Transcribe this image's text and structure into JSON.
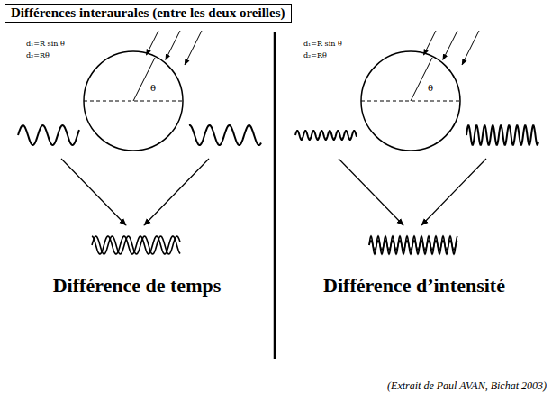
{
  "diagram": {
    "title": "Différences interaurales (entre les deux oreilles)",
    "caption": "(Extrait de Paul AVAN, Bichat 2003)",
    "labels": [
      "d₁=R sin θ",
      "d₂=Rθ",
      "θ",
      "Différence de temps",
      "d₁=R sin θ",
      "d₂=Rθ",
      "θ",
      "Différence d’intensité"
    ]
  }
}
